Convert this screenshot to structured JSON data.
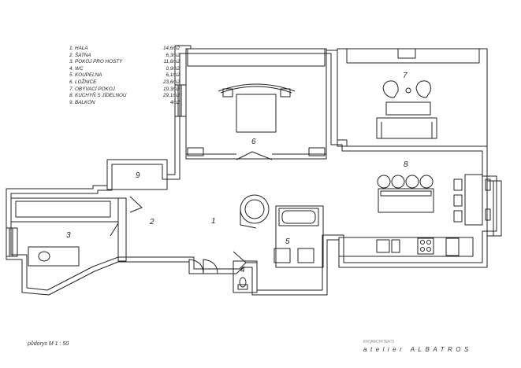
{
  "legend": [
    {
      "num": "1.",
      "name": "HALA",
      "area": "14,6m2"
    },
    {
      "num": "2.",
      "name": "ŠATNA",
      "area": "6,3m2"
    },
    {
      "num": "3.",
      "name": "POKOJ PRO HOSTY",
      "area": "11,6m2"
    },
    {
      "num": "4.",
      "name": "WC",
      "area": "0,9m2"
    },
    {
      "num": "5.",
      "name": "KOUPELNA",
      "area": "6,1m2"
    },
    {
      "num": "6.",
      "name": "LOŽNICE",
      "area": "23,6m2"
    },
    {
      "num": "7.",
      "name": "OBÝVACÍ POKOJ",
      "area": "19,3m2"
    },
    {
      "num": "8.",
      "name": "KUCHYŇ S JÍDELNOU",
      "area": "29,1m2"
    },
    {
      "num": "9.",
      "name": "BALKÓN",
      "area": "4m2"
    }
  ],
  "room_numbers": [
    "1",
    "2",
    "3",
    "4",
    "5",
    "6",
    "7",
    "8",
    "9"
  ],
  "scale_label": "půdorys M 1 : 50",
  "credit": {
    "small": "KR'|ARCHITEKTI",
    "main": "atelier ALBATROS"
  }
}
